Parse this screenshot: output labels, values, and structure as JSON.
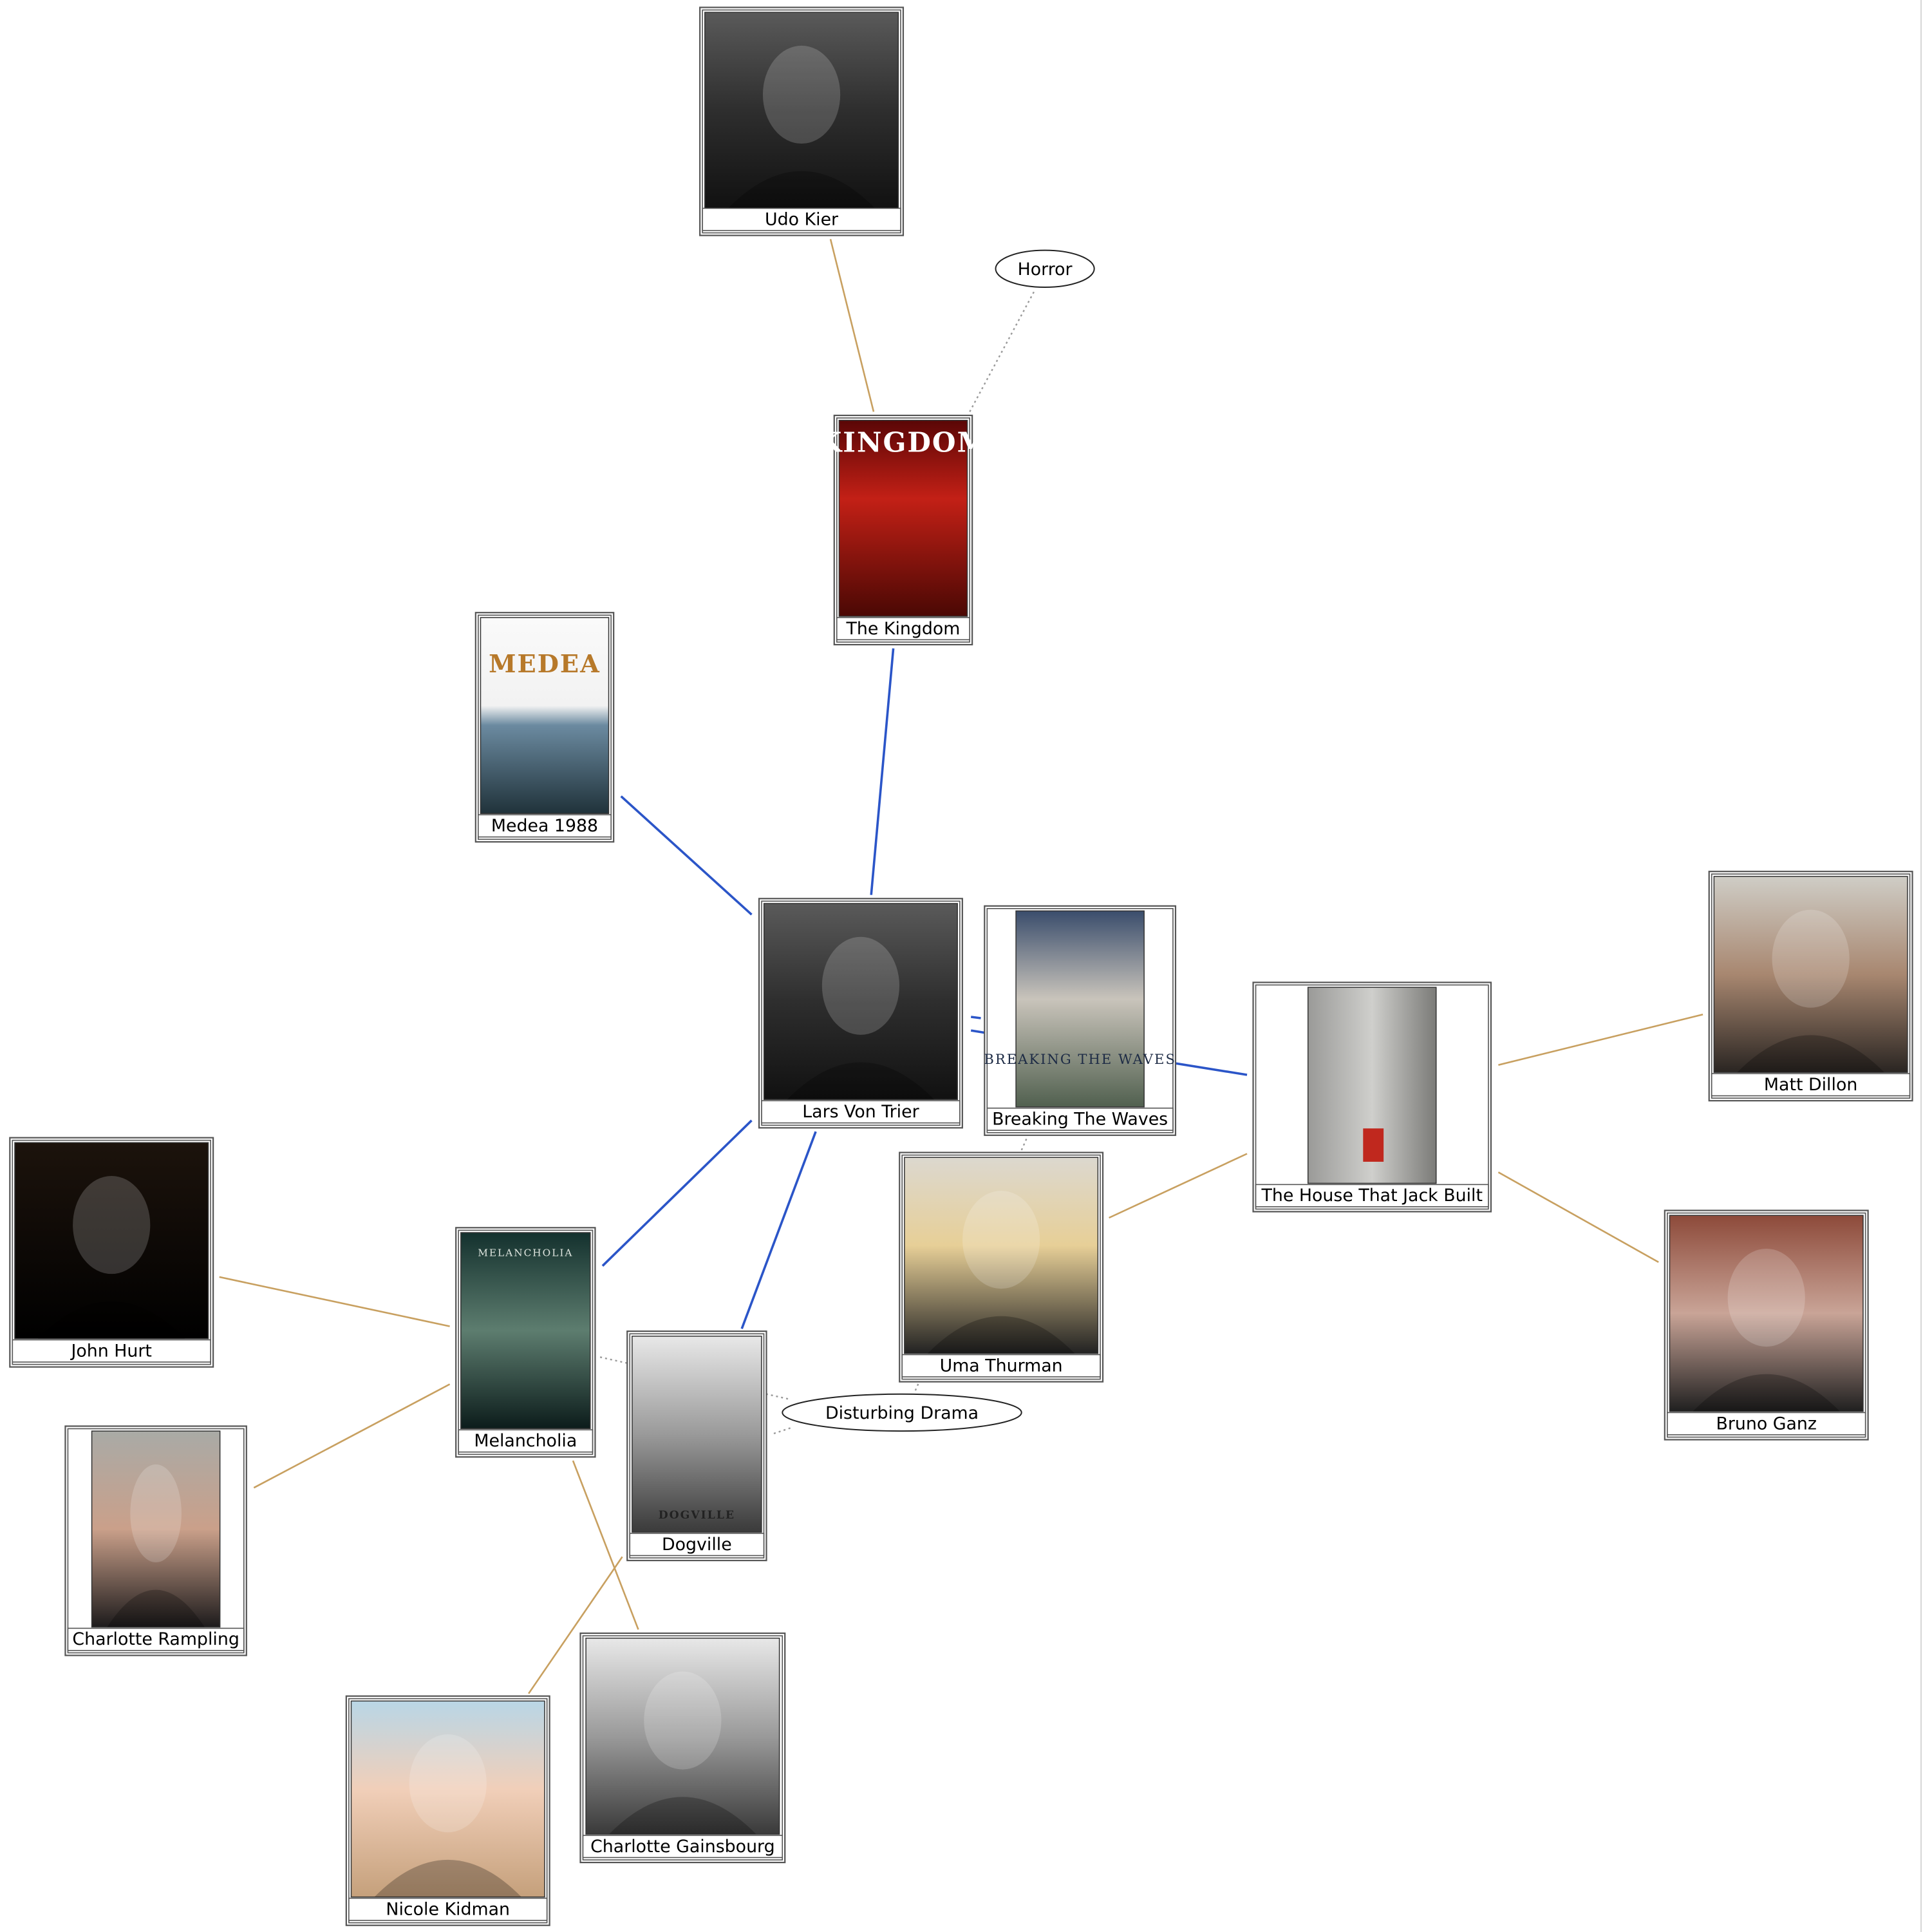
{
  "colors": {
    "director_edge": "#2b55c8",
    "actor_edge": "#c8a060",
    "genre_edge": "#9a9a9a",
    "border": "#555555",
    "background": "#ffffff"
  },
  "nodes": [
    {
      "id": "udo",
      "label": "Udo Kier",
      "kind": "person",
      "photo": "bw-portrait-older-man"
    },
    {
      "id": "kingdom",
      "label": "The Kingdom",
      "kind": "movie",
      "photo": "red-poster",
      "poster_text": "KINGDOM"
    },
    {
      "id": "medea",
      "label": "Medea 1988",
      "kind": "movie",
      "photo": "sea-boat-poster",
      "poster_text": "MEDEA"
    },
    {
      "id": "lars",
      "label": "Lars Von Trier",
      "kind": "person",
      "photo": "bw-portrait-bowtie"
    },
    {
      "id": "btw",
      "label": "Breaking The Waves",
      "kind": "movie",
      "photo": "girl-in-hat-poster",
      "poster_text": "BREAKING THE WAVES"
    },
    {
      "id": "house",
      "label": "The House That Jack Built",
      "kind": "movie",
      "photo": "grey-poster-red-house"
    },
    {
      "id": "matt",
      "label": "Matt Dillon",
      "kind": "person",
      "photo": "color-portrait-dark-hair"
    },
    {
      "id": "uma",
      "label": "Uma Thurman",
      "kind": "person",
      "photo": "blonde-portrait"
    },
    {
      "id": "bruno",
      "label": "Bruno Ganz",
      "kind": "person",
      "photo": "color-portrait-grey-hair"
    },
    {
      "id": "john",
      "label": "John Hurt",
      "kind": "person",
      "photo": "dark-portrait-older-man"
    },
    {
      "id": "melancholia",
      "label": "Melancholia",
      "kind": "movie",
      "photo": "bride-poster",
      "poster_text": "MELANCHOLIA"
    },
    {
      "id": "dogville",
      "label": "Dogville",
      "kind": "movie",
      "photo": "bw-face-poster",
      "poster_text": "DOGVILLE"
    },
    {
      "id": "rampling",
      "label": "Charlotte Rampling",
      "kind": "person",
      "photo": "portrait-brown-hair"
    },
    {
      "id": "gainsbourg",
      "label": "Charlotte Gainsbourg",
      "kind": "person",
      "photo": "bw-portrait-dark-hair"
    },
    {
      "id": "kidman",
      "label": "Nicole Kidman",
      "kind": "person",
      "photo": "portrait-red-blonde"
    }
  ],
  "genres": [
    {
      "id": "horror",
      "label": "Horror"
    },
    {
      "id": "drama",
      "label": "Disturbing Drama"
    }
  ],
  "edges": [
    {
      "from": "udo",
      "to": "kingdom",
      "type": "actor"
    },
    {
      "from": "kingdom",
      "to": "horror",
      "type": "genre"
    },
    {
      "from": "lars",
      "to": "kingdom",
      "type": "director"
    },
    {
      "from": "lars",
      "to": "medea",
      "type": "director"
    },
    {
      "from": "lars",
      "to": "btw",
      "type": "director"
    },
    {
      "from": "lars",
      "to": "house",
      "type": "director"
    },
    {
      "from": "lars",
      "to": "melancholia",
      "type": "director"
    },
    {
      "from": "lars",
      "to": "dogville",
      "type": "director"
    },
    {
      "from": "house",
      "to": "matt",
      "type": "actor"
    },
    {
      "from": "house",
      "to": "uma",
      "type": "actor"
    },
    {
      "from": "house",
      "to": "bruno",
      "type": "actor"
    },
    {
      "from": "melancholia",
      "to": "john",
      "type": "actor"
    },
    {
      "from": "melancholia",
      "to": "rampling",
      "type": "actor"
    },
    {
      "from": "melancholia",
      "to": "gainsbourg",
      "type": "actor"
    },
    {
      "from": "dogville",
      "to": "kidman",
      "type": "actor"
    },
    {
      "from": "btw",
      "to": "drama",
      "type": "genre"
    },
    {
      "from": "melancholia",
      "to": "drama",
      "type": "genre"
    },
    {
      "from": "dogville",
      "to": "drama",
      "type": "genre"
    }
  ]
}
